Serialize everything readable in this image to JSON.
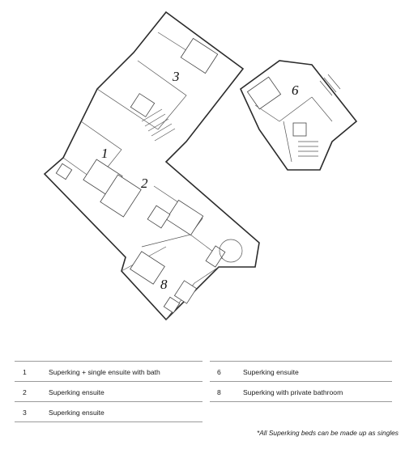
{
  "plan": {
    "room_numbers": [
      "1",
      "2",
      "3",
      "6",
      "8"
    ]
  },
  "legend": {
    "items": [
      {
        "number": "1",
        "text": "Superking + single ensuite with bath"
      },
      {
        "number": "2",
        "text": "Superking ensuite"
      },
      {
        "number": "3",
        "text": "Superking ensuite"
      },
      {
        "number": "6",
        "text": "Superking ensuite"
      },
      {
        "number": "8",
        "text": "Superking with private bathroom"
      }
    ],
    "footnote": "*All Superking beds can be made up as singles"
  }
}
